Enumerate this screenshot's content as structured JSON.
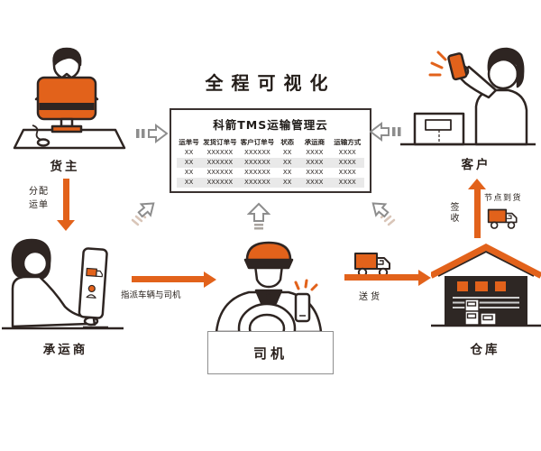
{
  "title": "全程可视化",
  "colors": {
    "accent_orange": "#e2621b",
    "dark_line": "#2e2522",
    "gray_arrow": "#8d8d8d",
    "speed_line": "#d9c5b8",
    "table_alt_row": "#e9e9e9"
  },
  "table": {
    "title": "科箭TMS运输管理云",
    "headers": [
      "运单号",
      "发货订单号",
      "客户订单号",
      "状态",
      "承运商",
      "运输方式"
    ],
    "rows": [
      [
        "XX",
        "XXXXXX",
        "XXXXXX",
        "XX",
        "XXXX",
        "XXXX"
      ],
      [
        "XX",
        "XXXXXX",
        "XXXXXX",
        "XX",
        "XXXX",
        "XXXX"
      ],
      [
        "XX",
        "XXXXXX",
        "XXXXXX",
        "XX",
        "XXXX",
        "XXXX"
      ],
      [
        "XX",
        "XXXXXX",
        "XXXXXX",
        "XX",
        "XXXX",
        "XXXX"
      ]
    ]
  },
  "actors": {
    "shipper": {
      "label": "货主"
    },
    "carrier": {
      "label": "承运商"
    },
    "driver": {
      "label": "司机"
    },
    "warehouse": {
      "label": "仓库"
    },
    "customer": {
      "label": "客户"
    }
  },
  "flows": {
    "dispatch": {
      "line1": "分配",
      "line2": "运单"
    },
    "assign": {
      "label": "指派车辆与司机"
    },
    "deliver": {
      "label": "送货"
    },
    "sign": {
      "label": "签收"
    },
    "arrival": {
      "label": "节点到货"
    }
  }
}
